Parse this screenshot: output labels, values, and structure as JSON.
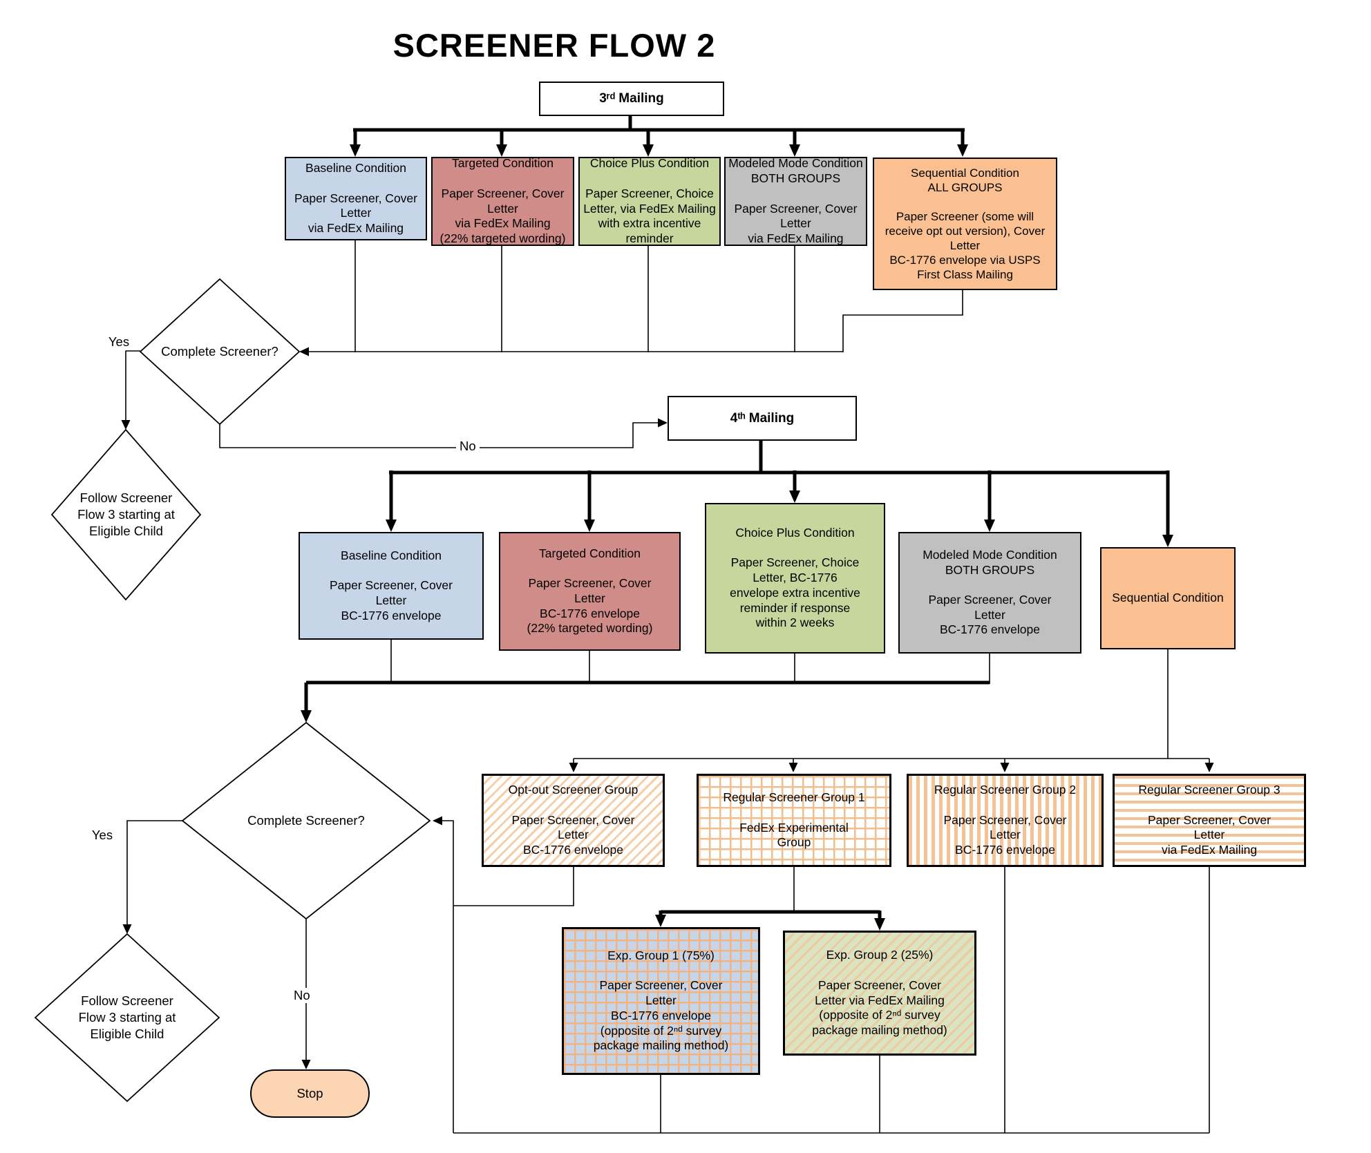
{
  "title": "SCREENER FLOW 2",
  "mailing3": {
    "label": "3ʳᵈ Mailing"
  },
  "mailing4": {
    "label": "4ᵗʰ Mailing"
  },
  "row1": [
    {
      "name": "baseline-condition-m3",
      "text": "Baseline Condition\n\nPaper Screener, Cover\nLetter\nvia FedEx Mailing"
    },
    {
      "name": "targeted-condition-m3",
      "text": "Targeted Condition\n\nPaper Screener, Cover\nLetter\nvia FedEx Mailing\n(22% targeted wording)"
    },
    {
      "name": "choice-plus-condition-m3",
      "text": "Choice Plus Condition\n\nPaper Screener, Choice\nLetter, via FedEx Mailing\nwith extra incentive\nreminder"
    },
    {
      "name": "modeled-mode-condition-m3",
      "text": "Modeled Mode Condition\nBOTH GROUPS\n\nPaper Screener, Cover\nLetter\nvia FedEx Mailing"
    },
    {
      "name": "sequential-condition-m3",
      "text": "Sequential Condition\nALL GROUPS\n\nPaper Screener (some will\nreceive opt out version), Cover\nLetter\nBC-1776 envelope via USPS\nFirst Class Mailing"
    }
  ],
  "row2": [
    {
      "name": "baseline-condition-m4",
      "text": "Baseline Condition\n\nPaper Screener, Cover\nLetter\nBC-1776 envelope"
    },
    {
      "name": "targeted-condition-m4",
      "text": "Targeted Condition\n\nPaper Screener, Cover\nLetter\nBC-1776 envelope\n(22% targeted wording)"
    },
    {
      "name": "choice-plus-condition-m4",
      "text": "Choice Plus Condition\n\nPaper Screener, Choice\nLetter, BC-1776\nenvelope extra incentive\nreminder if response\nwithin 2 weeks"
    },
    {
      "name": "modeled-mode-condition-m4",
      "text": "Modeled Mode Condition\nBOTH GROUPS\n\nPaper Screener, Cover\nLetter\nBC-1776 envelope"
    },
    {
      "name": "sequential-condition-m4",
      "text": "Sequential Condition"
    }
  ],
  "row3": [
    {
      "name": "opt-out-screener-group",
      "text": "Opt-out Screener Group\n\nPaper Screener, Cover\nLetter\nBC-1776 envelope"
    },
    {
      "name": "regular-screener-group-1",
      "text": "Regular Screener Group 1\n\nFedEx Experimental\nGroup"
    },
    {
      "name": "regular-screener-group-2",
      "text": "Regular Screener Group 2\n\nPaper Screener, Cover\nLetter\nBC-1776 envelope"
    },
    {
      "name": "regular-screener-group-3",
      "text": "Regular Screener Group 3\n\nPaper Screener, Cover\nLetter\nvia FedEx Mailing"
    }
  ],
  "exp": [
    {
      "name": "exp-group-1",
      "text": "Exp. Group 1 (75%)\n\nPaper Screener, Cover\nLetter\nBC-1776 envelope\n(opposite of 2ⁿᵈ survey\npackage mailing method)"
    },
    {
      "name": "exp-group-2",
      "text": "Exp. Group 2 (25%)\n\nPaper Screener, Cover\nLetter via FedEx Mailing\n(opposite of 2ⁿᵈ survey\npackage mailing method)"
    }
  ],
  "diamonds": {
    "complete1": "Complete Screener?",
    "follow1": "Follow Screener\nFlow 3 starting at\nEligible Child",
    "complete2": "Complete Screener?",
    "follow2": "Follow Screener\nFlow 3 starting at\nEligible Child"
  },
  "labels": {
    "yes1": "Yes",
    "no1": "No",
    "yes2": "Yes",
    "no2": "No"
  },
  "stop": {
    "label": "Stop"
  },
  "colors": {
    "baseline": "#c7d5e8",
    "targeted": "#d08c89",
    "choice_plus": "#c6d79e",
    "modeled_mode": "#c0c0c0",
    "sequential": "#fac091",
    "stop": "#fcd5b4",
    "pattern_orange": "#f4c294"
  }
}
